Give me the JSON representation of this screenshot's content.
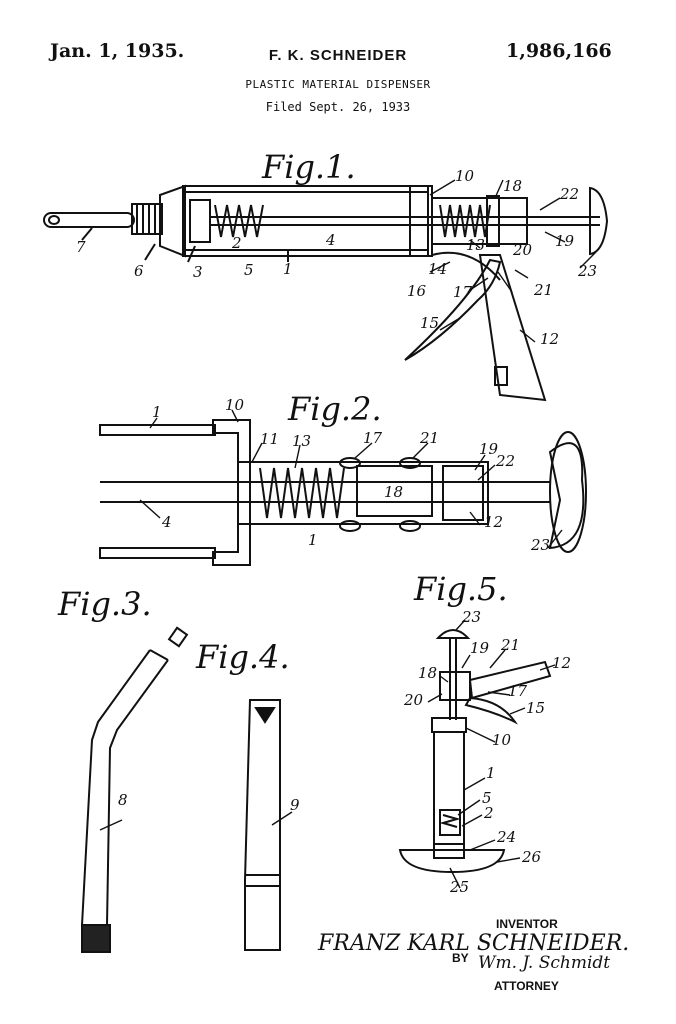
{
  "header": {
    "date": "Jan. 1, 1935.",
    "inventor_name": "F. K. SCHNEIDER",
    "patent_number": "1,986,166",
    "title": "PLASTIC MATERIAL DISPENSER",
    "filed": "Filed Sept. 26, 1933"
  },
  "figures": {
    "fig1": {
      "label": "Fig.1.",
      "refs": [
        "10",
        "18",
        "22",
        "7",
        "2",
        "4",
        "19",
        "20",
        "13",
        "6",
        "3",
        "5",
        "1",
        "14",
        "23",
        "16",
        "17",
        "21",
        "15",
        "12"
      ]
    },
    "fig2": {
      "label": "Fig.2.",
      "refs": [
        "1",
        "10",
        "11",
        "13",
        "17",
        "21",
        "19",
        "22",
        "18",
        "4",
        "1",
        "12",
        "23"
      ]
    },
    "fig3": {
      "label": "Fig.3.",
      "refs": [
        "8"
      ]
    },
    "fig4": {
      "label": "Fig.4.",
      "refs": [
        "9"
      ]
    },
    "fig5": {
      "label": "Fig.5.",
      "refs": [
        "23",
        "19",
        "21",
        "18",
        "12",
        "20",
        "17",
        "15",
        "10",
        "1",
        "5",
        "2",
        "24",
        "26",
        "25"
      ]
    }
  },
  "signature": {
    "inventor_label": "INVENTOR",
    "inventor_signature": "FRANZ KARL SCHNEIDER.",
    "by_label": "BY",
    "attorney_signature": "Wm. J. Schmidt",
    "attorney_label": "ATTORNEY"
  }
}
